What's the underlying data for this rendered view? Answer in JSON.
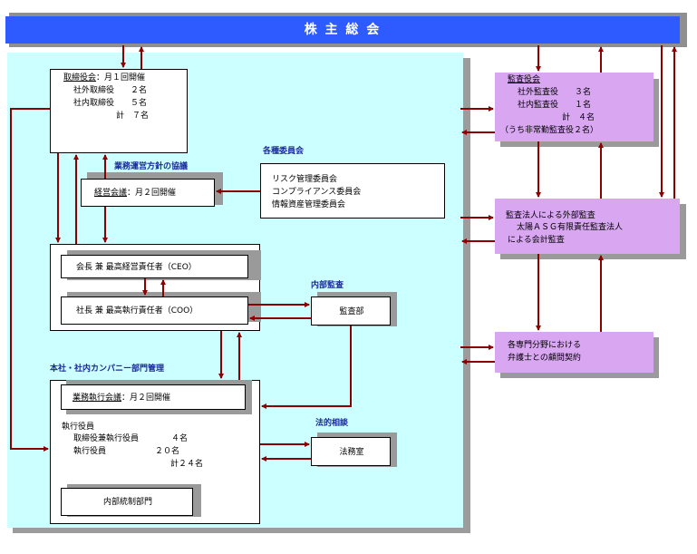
{
  "header": {
    "title": "株 主 総 会"
  },
  "board": {
    "title": "取締役会",
    "suffix": "：月１回開催",
    "lines": [
      "社外取締役　　２名",
      "社内取締役　　５名",
      "計　７名"
    ]
  },
  "management_policy": {
    "label": "業務運営方針の協議",
    "title": "経営会議",
    "suffix": "：月２回開催"
  },
  "committees": {
    "label": "各種委員会",
    "lines": [
      "リスク管理委員会",
      "コンプライアンス委員会",
      "情報資産管理委員会"
    ]
  },
  "executives": {
    "ceo": "会長 兼 最高経営責任者（CEO）",
    "coo": "社長 兼 最高執行責任者（COO）"
  },
  "internal_audit": {
    "label": "内部監査",
    "name": "監査部"
  },
  "company_mgmt": {
    "label": "本社・社内カンパニー部門管理"
  },
  "exec_meeting": {
    "title": "業務執行会議",
    "suffix": "：月２回開催",
    "officers_title": "執行役員",
    "lines": [
      "取締役兼執行役員　　　　４名",
      "執行役員　　　　　　２０名",
      "計２４名"
    ],
    "internal_control": "内部統制部門"
  },
  "legal": {
    "label": "法的相談",
    "name": "法務室"
  },
  "auditors": {
    "title": "監査役会",
    "lines": [
      "社外監査役　　３名",
      "社内監査役　　１名",
      "計　４名",
      "（うち非常勤監査役２名）"
    ]
  },
  "external_audit": {
    "lines": [
      "監査法人による外部監査",
      "太陽ＡＳＧ有限責任監査法人",
      "による会計監査"
    ]
  },
  "lawyers": {
    "lines": [
      "各専門分野における",
      "弁護士との顧問契約"
    ]
  },
  "colors": {
    "header_blue": "#2e5bff",
    "panel_cyan": "#ccffff",
    "purple": "#d9a6f2",
    "arrow": "#8b0000",
    "label_blue": "#1a2a9a"
  }
}
